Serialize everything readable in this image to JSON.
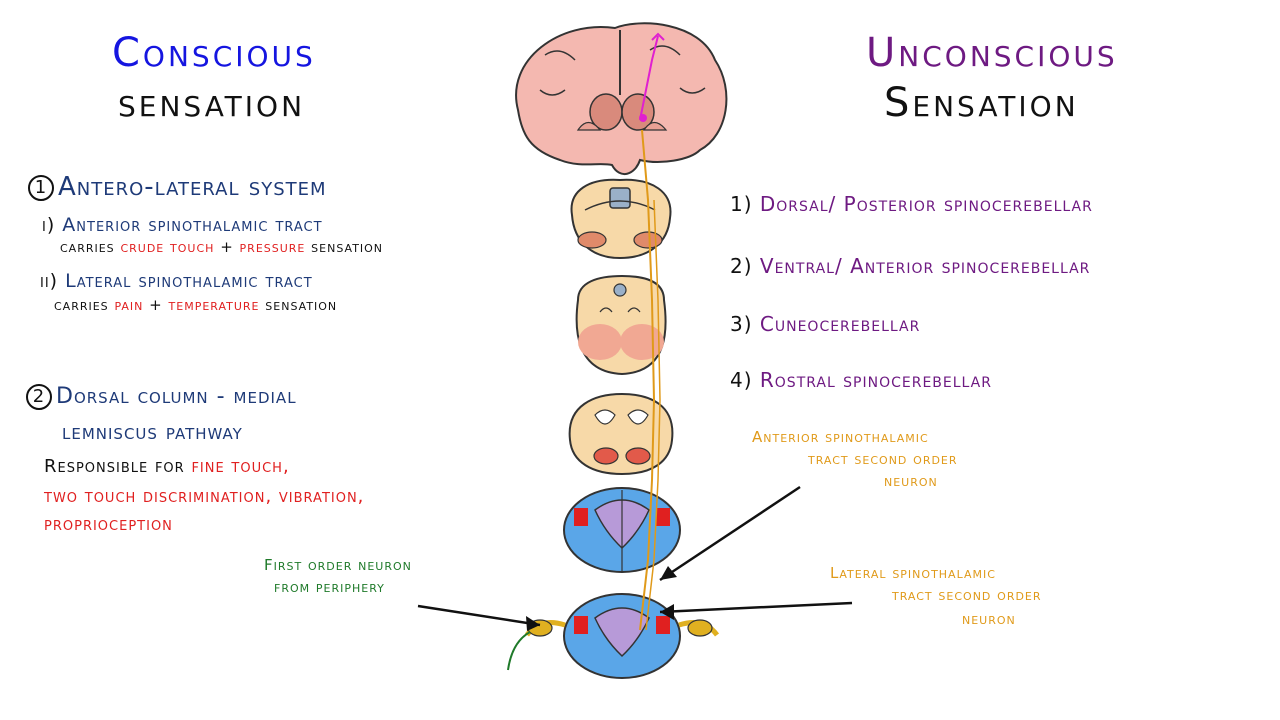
{
  "left": {
    "title_word1": "Conscious",
    "title_word2": "sensation",
    "system1": {
      "number": "1",
      "title": "Antero-lateral system",
      "tract_i_prefix": "i)",
      "tract_i": "Anterior spinothalamic tract",
      "carries_1": "carries",
      "sense_1a": "crude touch",
      "plus_1": "+",
      "sense_1b": "pressure",
      "sensation_1": "sensation",
      "tract_ii_prefix": "ii)",
      "tract_ii": "Lateral spinothalamic tract",
      "carries_2": "carries",
      "sense_2a": "pain",
      "plus_2": "+",
      "sense_2b": "temperature",
      "sensation_2": "sensation"
    },
    "system2": {
      "number": "2",
      "title_line1": "Dorsal column - medial",
      "title_line2": "lemniscus pathway",
      "responsible": "Responsible for",
      "item1": "fine touch,",
      "item2": "two touch discrimination,",
      "item3": "vibration,",
      "item4": "proprioception"
    }
  },
  "right": {
    "title_word1": "Unconscious",
    "title_word2": "Sensation",
    "items": [
      {
        "num": "1)",
        "label": "Dorsal/ Posterior spinocerebellar"
      },
      {
        "num": "2)",
        "label": "Ventral/ Anterior spinocerebellar"
      },
      {
        "num": "3)",
        "label": "Cuneocerebellar"
      },
      {
        "num": "4)",
        "label": "Rostral spinocerebellar"
      }
    ]
  },
  "annotations": {
    "first_order_line1": "First order neuron",
    "first_order_line2": "from periphery",
    "anterior_line1": "Anterior spinothalamic",
    "anterior_line2": "tract second order",
    "anterior_line3": "neuron",
    "lateral_line1": "Lateral spinothalamic",
    "lateral_line2": "tract second order",
    "lateral_line3": "neuron"
  },
  "colors": {
    "conscious": "#1515e0",
    "unconscious": "#6e1a82",
    "navy_text": "#1e3a78",
    "highlight_red": "#e02020",
    "tract_orange": "#e09a1a",
    "neuron_green": "#1f7a2a",
    "brain_pink": "#f4b8b0",
    "spinal_blue": "#5aa6e8",
    "grey_matter_purple": "#b79ad8",
    "pathway_magenta": "#e020d0"
  }
}
